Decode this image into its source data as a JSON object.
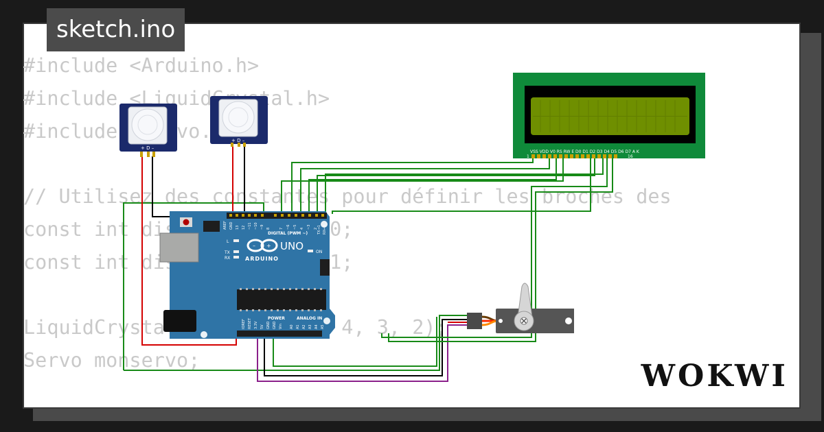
{
  "file_tab": {
    "label": "sketch.ino"
  },
  "code_lines": [
    "#include <Arduino.h>",
    "#include <LiquidCrystal.h>",
    "#include <Servo.h>",
    "",
    "// Utilisez des constantes pour définir les broches des",
    "const int distance1Pin = 10;",
    "const int distance2Pin = 11;",
    "",
    "LiquidCrystal lcd(7, 6, 5, 4, 3, 2);",
    "Servo monservo;"
  ],
  "logo": {
    "text": "WOKWI"
  },
  "board": {
    "brand": "ARDUINO",
    "model": "UNO",
    "digital_label": "DIGITAL (PWM ~)",
    "power_label": "POWER",
    "analog_label": "ANALOG IN",
    "on_label": "ON",
    "led_l": "L",
    "led_tx": "TX",
    "led_rx": "RX",
    "aref": "AREF",
    "gnd": "GND",
    "digital_pins": [
      "13",
      "12",
      "~11",
      "~10",
      "~9",
      "8",
      "7",
      "~6",
      "~5",
      "4",
      "~3",
      "2",
      "TX→1",
      "RX←0"
    ],
    "power_pins": [
      "IOREF",
      "RESET",
      "3.3V",
      "5V",
      "GND",
      "GND",
      "Vin"
    ],
    "analog_pins": [
      "A0",
      "A1",
      "A2",
      "A3",
      "A4",
      "A5"
    ]
  },
  "pir_labels": "+ D –",
  "lcd": {
    "pin_labels": "VSS VDD V0 RS RW E D0 D1 D2 D3 D4 D5 D6 D7 A K",
    "pin_first": "1",
    "pin_last": "16"
  },
  "colors": {
    "wire_green": "#178a17",
    "wire_red": "#d40000",
    "wire_black": "#000000",
    "wire_purple": "#8a1f8a",
    "board_blue": "#2f74a6",
    "lcd_pcb": "#0f8a3a",
    "lcd_screen": "#6f8f00"
  }
}
